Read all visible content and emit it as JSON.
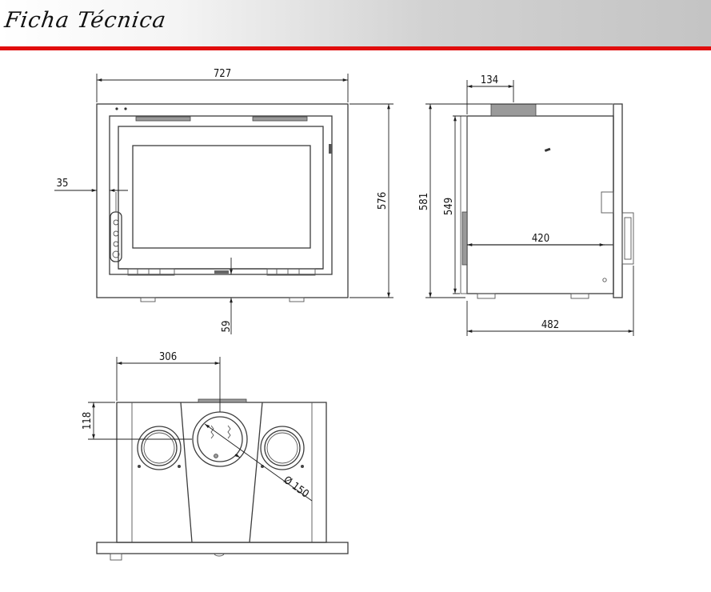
{
  "header": {
    "title": "Ficha Técnica",
    "accent_color": "#e10d0d"
  },
  "dimensions": {
    "front_width": "727",
    "front_height": "576",
    "side_offset": "35",
    "bottom_offset": "59",
    "top_collar": "134",
    "total_height": "581",
    "body_height": "549",
    "inner_depth": "420",
    "total_depth": "482",
    "flue_offset_x": "306",
    "flue_offset_y": "118",
    "flue_diameter": "Ø 150"
  }
}
